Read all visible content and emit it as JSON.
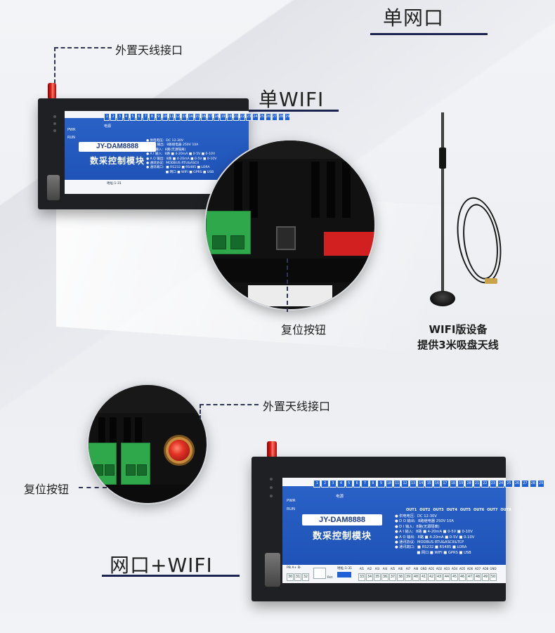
{
  "top": {
    "heading": "单网口",
    "antenna_callout": "外置天线接口",
    "wifi_label": "单WIFI",
    "reset_callout": "复位按钮",
    "antenna_note_line1": "WIFI版设备",
    "antenna_note_line2": "提供3米吸盘天线"
  },
  "bottom": {
    "antenna_callout": "外置天线接口",
    "reset_callout": "复位按钮",
    "wifi_label": "网口+WIFI"
  },
  "device": {
    "model": "JY-DAM8888",
    "product_name": "数采控制模块",
    "led_pwr": "PWR",
    "led_run": "RUN",
    "power_label": "电源",
    "out_labels": [
      "OUT1",
      "OUT2",
      "OUT3",
      "OUT4",
      "OUT5",
      "OUT6",
      "OUT7",
      "OUT8"
    ],
    "addr_label": "地址:1-31",
    "rst_label": "Rst",
    "bottom_terminals": [
      "30",
      "31",
      "32"
    ],
    "bottom_terminal_label": "PB A+ B-",
    "ai_labels": [
      "AI1",
      "AI2",
      "AI3",
      "AI4",
      "AI5",
      "AI6",
      "AI7",
      "AI8",
      "GND",
      "AO1",
      "AO2",
      "AO3",
      "AO4",
      "AO5",
      "AO6",
      "AO7",
      "AO8",
      "GND"
    ],
    "ai_numbers": [
      "33",
      "34",
      "35",
      "36",
      "37",
      "38",
      "39",
      "40",
      "41",
      "42",
      "43",
      "44",
      "45",
      "46",
      "47",
      "48",
      "49",
      "50"
    ],
    "top_numbers": [
      "1",
      "2",
      "3",
      "4",
      "5",
      "6",
      "7",
      "8",
      "9",
      "10",
      "11",
      "12",
      "13",
      "14",
      "15",
      "16",
      "17",
      "18",
      "19",
      "20",
      "21",
      "22",
      "23",
      "24",
      "25",
      "26",
      "27",
      "28",
      "29"
    ],
    "specs_top": "● 供电电压:  DC 12-30V\n● D O 输出:  8路继电器 250V 10A\n● D I 输入:  8路(无源隔离)\n● A I 输入:  8路 ■ 4-20mA ■ 0-5V ■ 0-10V\n● A O 输出:  8路 ■ 4-20mA ■ 0-5V ■ 0-10V\n● 通讯协议:  MODBUS RTU&ASCII\n● 通讯端口:  ■ RS232 ■ RS485 ■ LORA\n                   ■ 网口 ■ WIFI ■ GPRS ■ USB",
    "specs_bottom": "● 供电电压:  DC 12-30V\n● D O 输出:  8路继电器 250V 10A\n● D I 输入:  8路(无源隔离)\n● A I 输入:  8路 ■ 4-20mA ■ 0-5V ■ 0-10V\n● A O 输出:  8路 ■ 4-20mA ■ 0-5V ■ 0-10V\n● 通讯协议:  MODBUS RTU&ASCII&TCP\n● 通讯端口:  ■ RS232 ■ RS485 ■ LORA\n                   ■ 网口 ■ WIFI ■ GPRS ■ USB"
  },
  "colors": {
    "accent_navy": "#1c2350",
    "panel_blue": "#2060d6",
    "antenna_red": "#e2241c",
    "terminal_green": "#2ea84b"
  }
}
